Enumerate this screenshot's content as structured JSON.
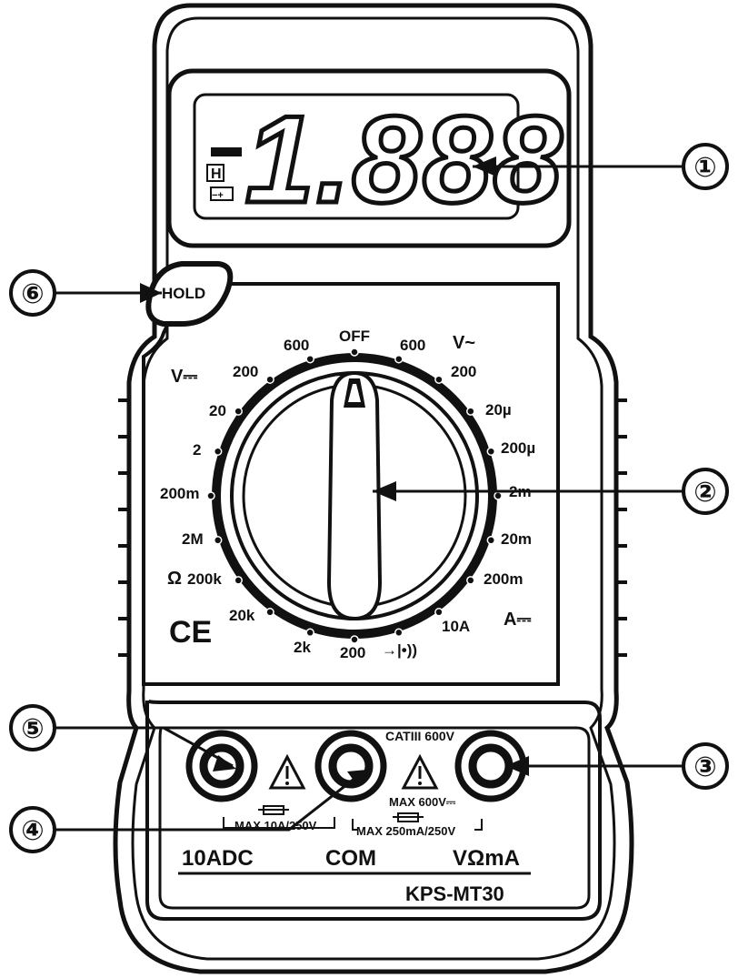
{
  "lcd": {
    "digits": "1.888",
    "minus_sign": "-",
    "hold_indicator": "H",
    "battery_indicator": "−+"
  },
  "hold_button": {
    "label": "HOLD"
  },
  "callouts": [
    "①",
    "②",
    "③",
    "④",
    "⑤",
    "⑥"
  ],
  "dial": {
    "off": "OFF",
    "dc_voltage": {
      "symbol": "V⎓",
      "ranges": [
        "600",
        "200",
        "20",
        "2",
        "200m"
      ]
    },
    "ac_voltage": {
      "symbol": "V~",
      "ranges": [
        "600",
        "200"
      ]
    },
    "dc_current": {
      "symbol": "A⎓",
      "ranges": [
        "20µ",
        "200µ",
        "2m",
        "20m",
        "200m",
        "10A"
      ]
    },
    "resistance": {
      "symbol": "Ω",
      "ranges": [
        "2M",
        "200k",
        "20k",
        "2k",
        "200"
      ]
    },
    "diode_continuity": "→|•))"
  },
  "ce_mark": "CE",
  "terminals": {
    "category_rating": "CATIII 600V",
    "left_fuse": "MAX 10A/250V",
    "max_voltage": "MAX 600V⎓",
    "right_fuse": "MAX 250mA/250V",
    "labels": [
      "10ADC",
      "COM",
      "VΩmA"
    ]
  },
  "model": "KPS-MT30",
  "colors": {
    "ink": "#111111",
    "paper": "#ffffff",
    "lcd_window": "#ffffff"
  }
}
